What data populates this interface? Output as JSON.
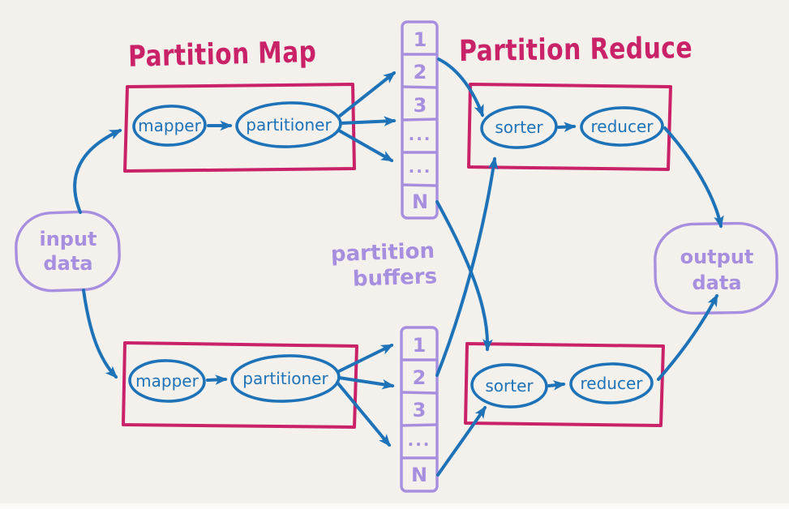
{
  "background": "#f4f1ec",
  "palette": {
    "accent_crimson": "#c92269",
    "accent_blue": "#1d72b8",
    "accent_purple": "#a78fe0"
  },
  "titles": {
    "map": "Partition Map",
    "reduce": "Partition Reduce"
  },
  "nodes": {
    "input": {
      "line1": "input",
      "line2": "data"
    },
    "output": {
      "line1": "output",
      "line2": "data"
    },
    "mapper_top": "mapper",
    "partitioner_top": "partitioner",
    "mapper_bottom": "mapper",
    "partitioner_bottom": "partitioner",
    "sorter_top": "sorter",
    "reducer_top": "reducer",
    "sorter_bottom": "sorter",
    "reducer_bottom": "reducer"
  },
  "buffers": {
    "label_line1": "partition",
    "label_line2": "buffers",
    "top_cells": [
      "1",
      "2",
      "3",
      "...",
      "...",
      "N"
    ],
    "bottom_cells": [
      "1",
      "2",
      "3",
      "...",
      "N"
    ]
  },
  "edges": [
    {
      "from": "input-data",
      "to": "mapper-top"
    },
    {
      "from": "input-data",
      "to": "mapper-bottom"
    },
    {
      "from": "mapper-top",
      "to": "partitioner-top"
    },
    {
      "from": "partitioner-top",
      "to": "top-buffer-cell-2"
    },
    {
      "from": "partitioner-top",
      "to": "top-buffer-cell-4"
    },
    {
      "from": "partitioner-top",
      "to": "top-buffer-cell-5"
    },
    {
      "from": "mapper-bottom",
      "to": "partitioner-bottom"
    },
    {
      "from": "partitioner-bottom",
      "to": "bottom-buffer-cell-1"
    },
    {
      "from": "partitioner-bottom",
      "to": "bottom-buffer-cell-2"
    },
    {
      "from": "partitioner-bottom",
      "to": "bottom-buffer-cell-N"
    },
    {
      "from": "top-buffer-cell-2",
      "to": "sorter-top"
    },
    {
      "from": "top-buffer-cell-N",
      "to": "sorter-bottom"
    },
    {
      "from": "bottom-buffer-cell-2",
      "to": "sorter-top"
    },
    {
      "from": "bottom-buffer-cell-N",
      "to": "sorter-bottom"
    },
    {
      "from": "sorter-top",
      "to": "reducer-top"
    },
    {
      "from": "sorter-bottom",
      "to": "reducer-bottom"
    },
    {
      "from": "reducer-top",
      "to": "output-data"
    },
    {
      "from": "reducer-bottom",
      "to": "output-data"
    }
  ]
}
